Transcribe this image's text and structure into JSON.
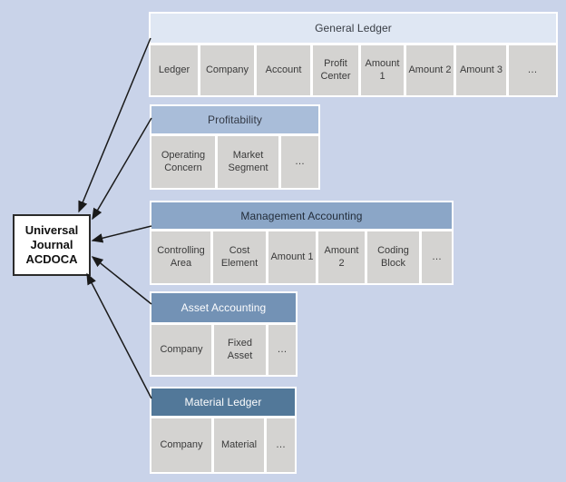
{
  "journal_box": {
    "line1": "Universal",
    "line2": "Journal",
    "line3": "ACDOCA"
  },
  "tables": [
    {
      "title": "General Ledger",
      "header_bg": "#dfe7f3",
      "columns": [
        "Ledger",
        "Company",
        "Account",
        "Profit Center",
        "Amount 1",
        "Amount 2",
        "Amount 3",
        "…"
      ]
    },
    {
      "title": "Profitability",
      "header_bg": "#a9bdd9",
      "columns": [
        "Operating Concern",
        "Market Segment",
        "…"
      ]
    },
    {
      "title": "Management Accounting",
      "header_bg": "#8ba6c7",
      "columns": [
        "Controlling Area",
        "Cost Element",
        "Amount 1",
        "Amount 2",
        "Coding Block",
        "…"
      ]
    },
    {
      "title": "Asset Accounting",
      "header_bg": "#7392b5",
      "columns": [
        "Company",
        "Fixed Asset",
        "…"
      ]
    },
    {
      "title": "Material Ledger",
      "header_bg": "#527899",
      "columns": [
        "Company",
        "Material",
        "…"
      ]
    }
  ],
  "colors": {
    "background": "#c9d3e9",
    "cell_bg": "#d4d3d1",
    "arrow": "#1a1a1a",
    "journal_box_border": "#2b2b2b"
  }
}
